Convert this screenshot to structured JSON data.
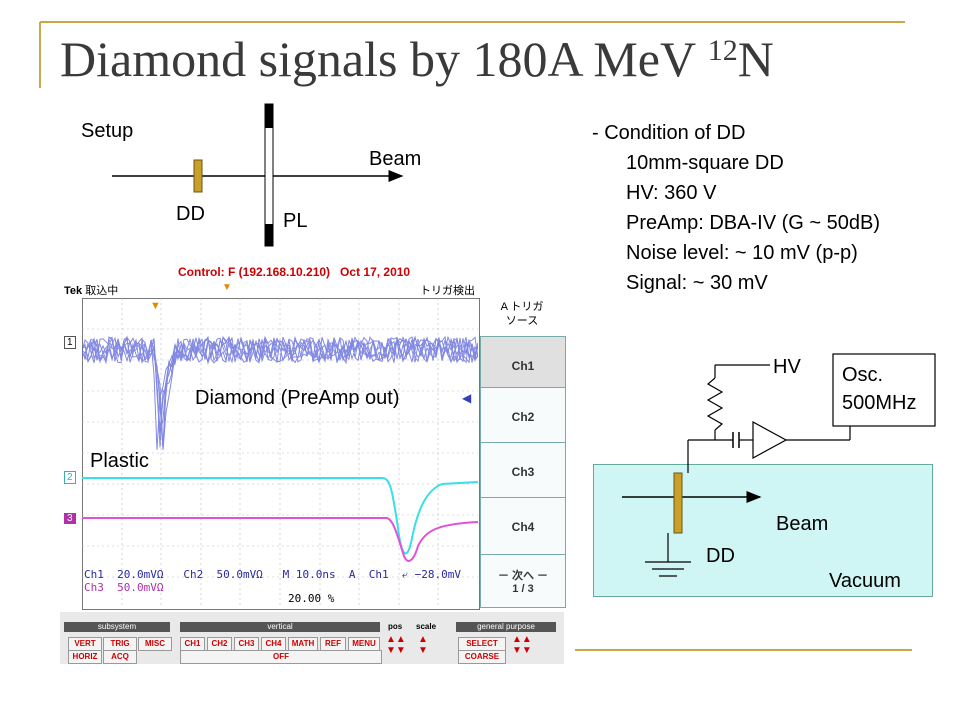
{
  "slide": {
    "title": "Diamond signals by 180A MeV ",
    "title_sup": "12",
    "title_end": "N"
  },
  "setup": {
    "label": "Setup",
    "beam": "Beam",
    "dd": "DD",
    "pl": "PL"
  },
  "condition": {
    "heading": "- Condition of DD",
    "lines": [
      "10mm-square DD",
      "HV: 360 V",
      "PreAmp: DBA-IV (G ~ 50dB)",
      "Noise level: ~ 10 mV (p-p)",
      "Signal: ~ 30 mV"
    ]
  },
  "scope": {
    "control": "Control: F (192.168.10.210)   Oct 17, 2010",
    "tek": "Tek",
    "acq": "取込中",
    "trig_detect": "トリガ検出",
    "trig_title": "A トリガ\nソース",
    "channels": [
      "Ch1",
      "Ch2",
      "Ch3",
      "Ch4"
    ],
    "next": "－ 次へ －\n1 / 3",
    "diamond_label": "Diamond (PreAmp out)",
    "plastic_label": "Plastic",
    "readout1": "Ch1  20.0mVΩ   Ch2  50.0mVΩ   M 10.0ns  A  Ch1  ⤶ −28.0mV",
    "readout2": "Ch3  50.0mVΩ",
    "trig_pos": "20.00 %",
    "ch_markers": [
      "1",
      "2",
      "3"
    ],
    "panel": {
      "subsystem": "subsystem",
      "vert": "VERT",
      "trig": "TRIG",
      "misc": "MISC",
      "horiz": "HORIZ",
      "acq": "ACQ",
      "vertical": "vertical",
      "vbtns": [
        "CH1",
        "CH2",
        "CH3",
        "CH4",
        "MATH",
        "REF",
        "MENU"
      ],
      "off": "OFF",
      "pos": "pos",
      "scale": "scale",
      "general": "general purpose",
      "select": "SELECT",
      "coarse": "COARSE"
    }
  },
  "circuit": {
    "hv": "HV",
    "osc": "Osc.",
    "osc_freq": "500MHz",
    "beam": "Beam",
    "dd": "DD",
    "vacuum": "Vacuum"
  },
  "colors": {
    "title": "#3a3a3a",
    "rule": "#c8a94a",
    "detector": "#c8a02a",
    "ch1": "#5a62d8",
    "ch2": "#37e0e6",
    "ch3": "#e052d8",
    "vacuum": "#cff5f5"
  }
}
